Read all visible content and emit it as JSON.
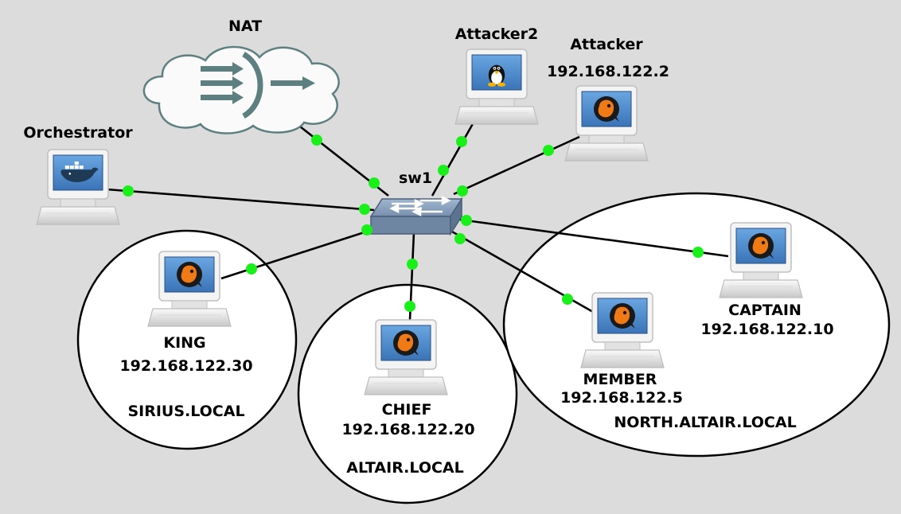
{
  "nodes": {
    "nat": {
      "name": "NAT"
    },
    "attacker2": {
      "name": "Attacker2"
    },
    "attacker": {
      "name": "Attacker",
      "ip": "192.168.122.2"
    },
    "orchestrator": {
      "name": "Orchestrator"
    },
    "switch": {
      "name": "sw1"
    },
    "king": {
      "name": "KING",
      "ip": "192.168.122.30"
    },
    "chief": {
      "name": "CHIEF",
      "ip": "192.168.122.20"
    },
    "member": {
      "name": "MEMBER",
      "ip": "192.168.122.5"
    },
    "captain": {
      "name": "CAPTAIN",
      "ip": "192.168.122.10"
    }
  },
  "domains": {
    "sirius": "SIRIUS.LOCAL",
    "altair": "ALTAIR.LOCAL",
    "north_altair": "NORTH.ALTAIR.LOCAL"
  },
  "colors": {
    "background": "#dcdcdc",
    "link_endpoint": "#19f019",
    "link": "#000000",
    "switch": "#7c96b4",
    "screen": "#4f8ed0"
  },
  "icons": {
    "nat": "nat-cloud-icon",
    "attacker2": "linux-tux-icon",
    "orchestrator": "docker-whale-icon",
    "qemu_hosts": "qemu-icon",
    "switch": "ethernet-switch-icon"
  }
}
